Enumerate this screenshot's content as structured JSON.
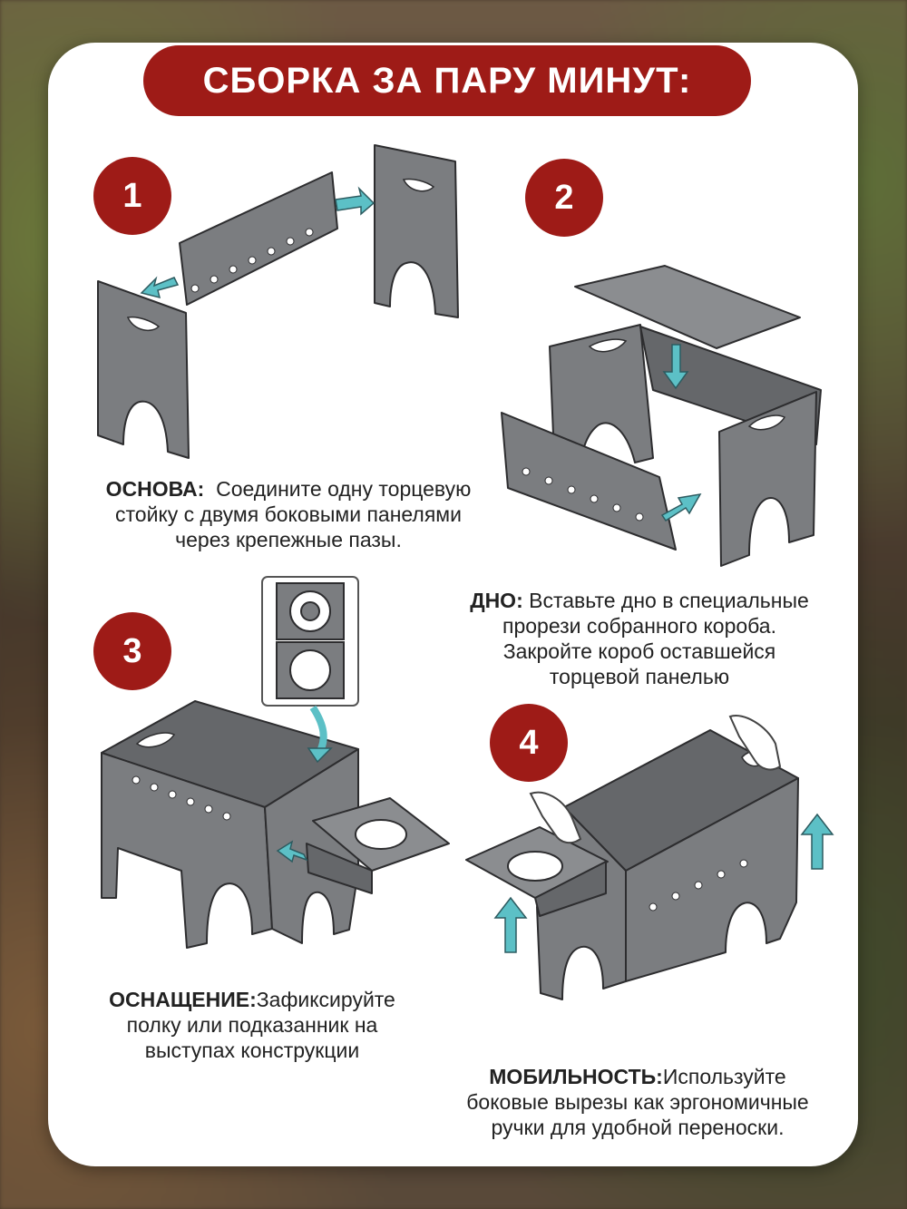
{
  "title": "СБОРКА ЗА ПАРУ МИНУТ:",
  "colors": {
    "accent": "#9e1b17",
    "arrow": "#5cc0c6",
    "panel": "#7b7d80"
  },
  "steps": [
    {
      "number": "1",
      "heading": "ОСНОВА:",
      "text_lines": [
        "Соедините одну торцевую",
        "стойку с двумя боковыми панелями",
        "через крепежные пазы."
      ]
    },
    {
      "number": "2",
      "heading": "ДНО:",
      "text_lines": [
        "Вставьте дно в специальные",
        "прорези собранного короба.",
        "Закройте короб оставшейся",
        "торцевой панелью"
      ]
    },
    {
      "number": "3",
      "heading": "ОСНАЩЕНИЕ:",
      "text_lines": [
        "Зафиксируйте",
        "полку или подказанник на",
        "выступах конструкции"
      ]
    },
    {
      "number": "4",
      "heading": "МОБИЛЬНОСТЬ:",
      "text_lines": [
        "Используйте",
        "боковые вырезы как эргономичные",
        "ручки для удобной переноски."
      ]
    }
  ],
  "icons": [
    "arrow-icon",
    "grill-panel-icon",
    "hand-icon"
  ]
}
